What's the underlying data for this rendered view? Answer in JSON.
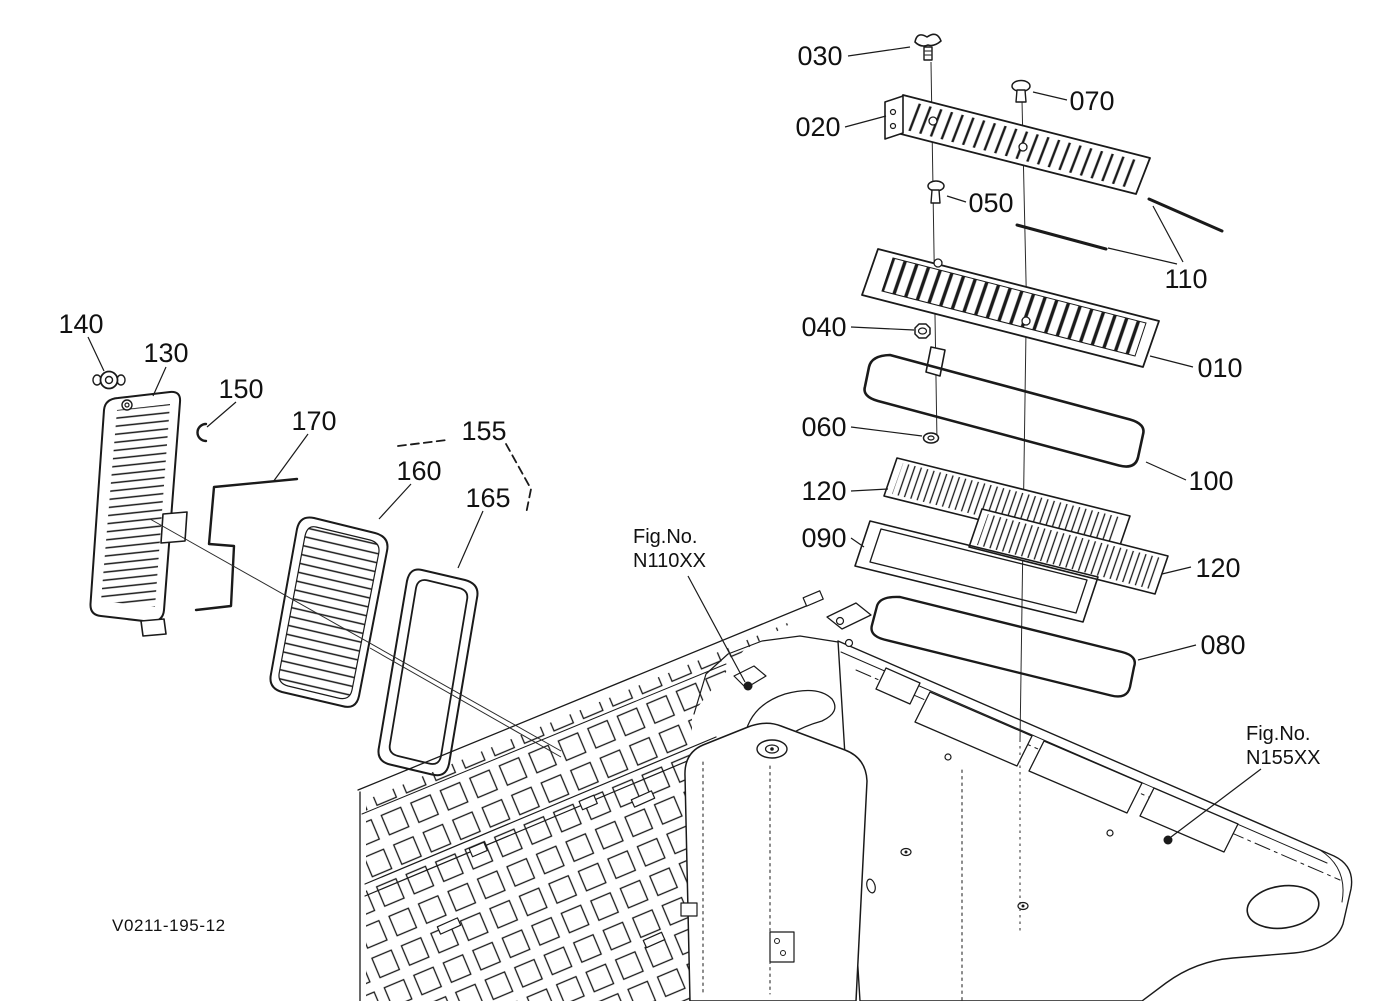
{
  "diagram": {
    "type": "exploded-parts-diagram",
    "background": "#ffffff",
    "line_color": "#1a1a1a",
    "drawing_number": "V0211-195-12",
    "fig_refs": {
      "n110": {
        "label": "Fig.No.",
        "code": "N110XX"
      },
      "n155": {
        "label": "Fig.No.",
        "code": "N155XX"
      }
    },
    "callouts": {
      "c030": "030",
      "c070": "070",
      "c020": "020",
      "c050": "050",
      "c110": "110",
      "c040": "040",
      "c010": "010",
      "c060": "060",
      "c100": "100",
      "c120_left": "120",
      "c090": "090",
      "c120_right": "120",
      "c080": "080",
      "c140": "140",
      "c130": "130",
      "c150": "150",
      "c170": "170",
      "c155": "155",
      "c160": "160",
      "c165": "165"
    }
  }
}
